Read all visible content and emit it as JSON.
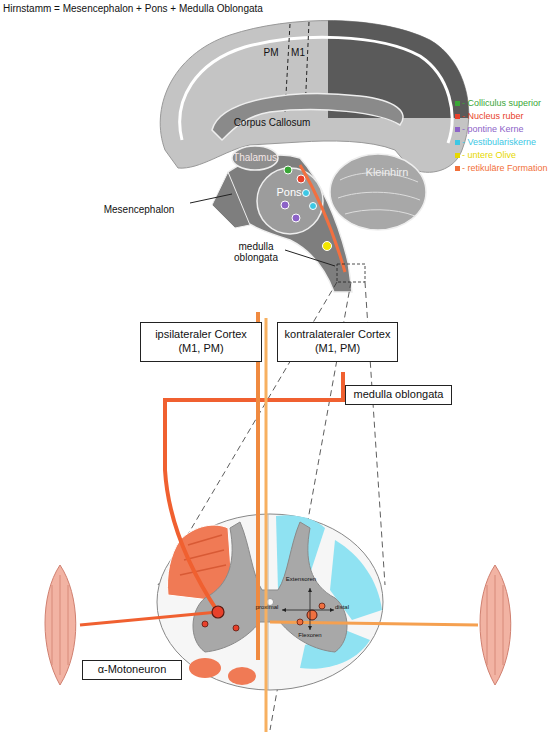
{
  "diagram": {
    "title": "Hirnstamm = Mesencephalon + Pons + Medulla Oblongata",
    "nodes": [
      {
        "text": [
          "ipsilateraler Cortex (M1, PM)"
        ]
      },
      {
        "text": [
          "kontralateraler Cortex (M1, PM)"
        ]
      },
      {
        "text": [
          "medulla oblongata"
        ]
      },
      {
        "text": [
          "α-Motoneuron"
        ]
      }
    ],
    "labels": [
      "PM",
      "M1",
      "Corpus Callosum",
      "Thalamus",
      "Pons",
      "Kleinhirn",
      "Mesencephalon",
      "medulla oblongata",
      "Extensoren",
      "proximal",
      "distal",
      "Flexoren"
    ],
    "legend": [
      {
        "text": "- Colliculus superior",
        "color": "#3aa637"
      },
      {
        "text": "- Nucleus ruber",
        "color": "#e8412b"
      },
      {
        "text": "- pontine Kerne",
        "color": "#8d63c8"
      },
      {
        "text": "- Vestibulariskerne",
        "color": "#3cc7e4"
      },
      {
        "text": "- untere Olive",
        "color": "#e6d800"
      },
      {
        "text": "- retikuläre Formation",
        "color": "#f2703a"
      }
    ]
  }
}
